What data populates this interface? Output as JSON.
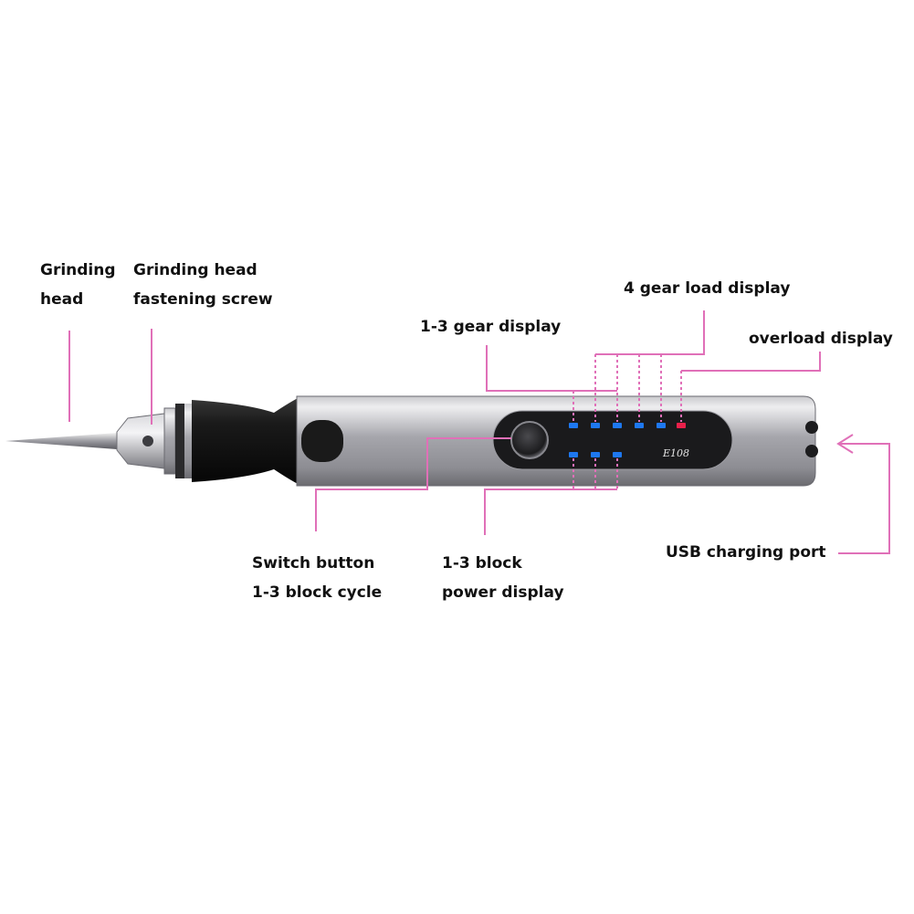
{
  "labels": {
    "grinding_head": [
      "Grinding",
      "head"
    ],
    "fastening_screw": [
      "Grinding head",
      "fastening screw"
    ],
    "gear_display_1_3": "1-3 gear display",
    "gear_load_display_4": "4 gear load display",
    "overload_display": "overload display",
    "switch_button": [
      "Switch button",
      "1-3 block cycle"
    ],
    "power_display": [
      "1-3 block",
      "power display"
    ],
    "usb_port": "USB charging port"
  },
  "device": {
    "model_text": "E108"
  },
  "colors": {
    "leader_line": "#e070b8",
    "led_blue": "#1e78f0",
    "led_red": "#e8204a",
    "body_silver": "#a8a8ae",
    "grip_black": "#151515",
    "panel_black": "#1a1a1c",
    "label_text": "#111111"
  },
  "leds": {
    "top_row": [
      "blue",
      "blue",
      "blue",
      "blue",
      "blue",
      "red"
    ],
    "bottom_row": [
      "blue",
      "blue",
      "blue"
    ]
  }
}
